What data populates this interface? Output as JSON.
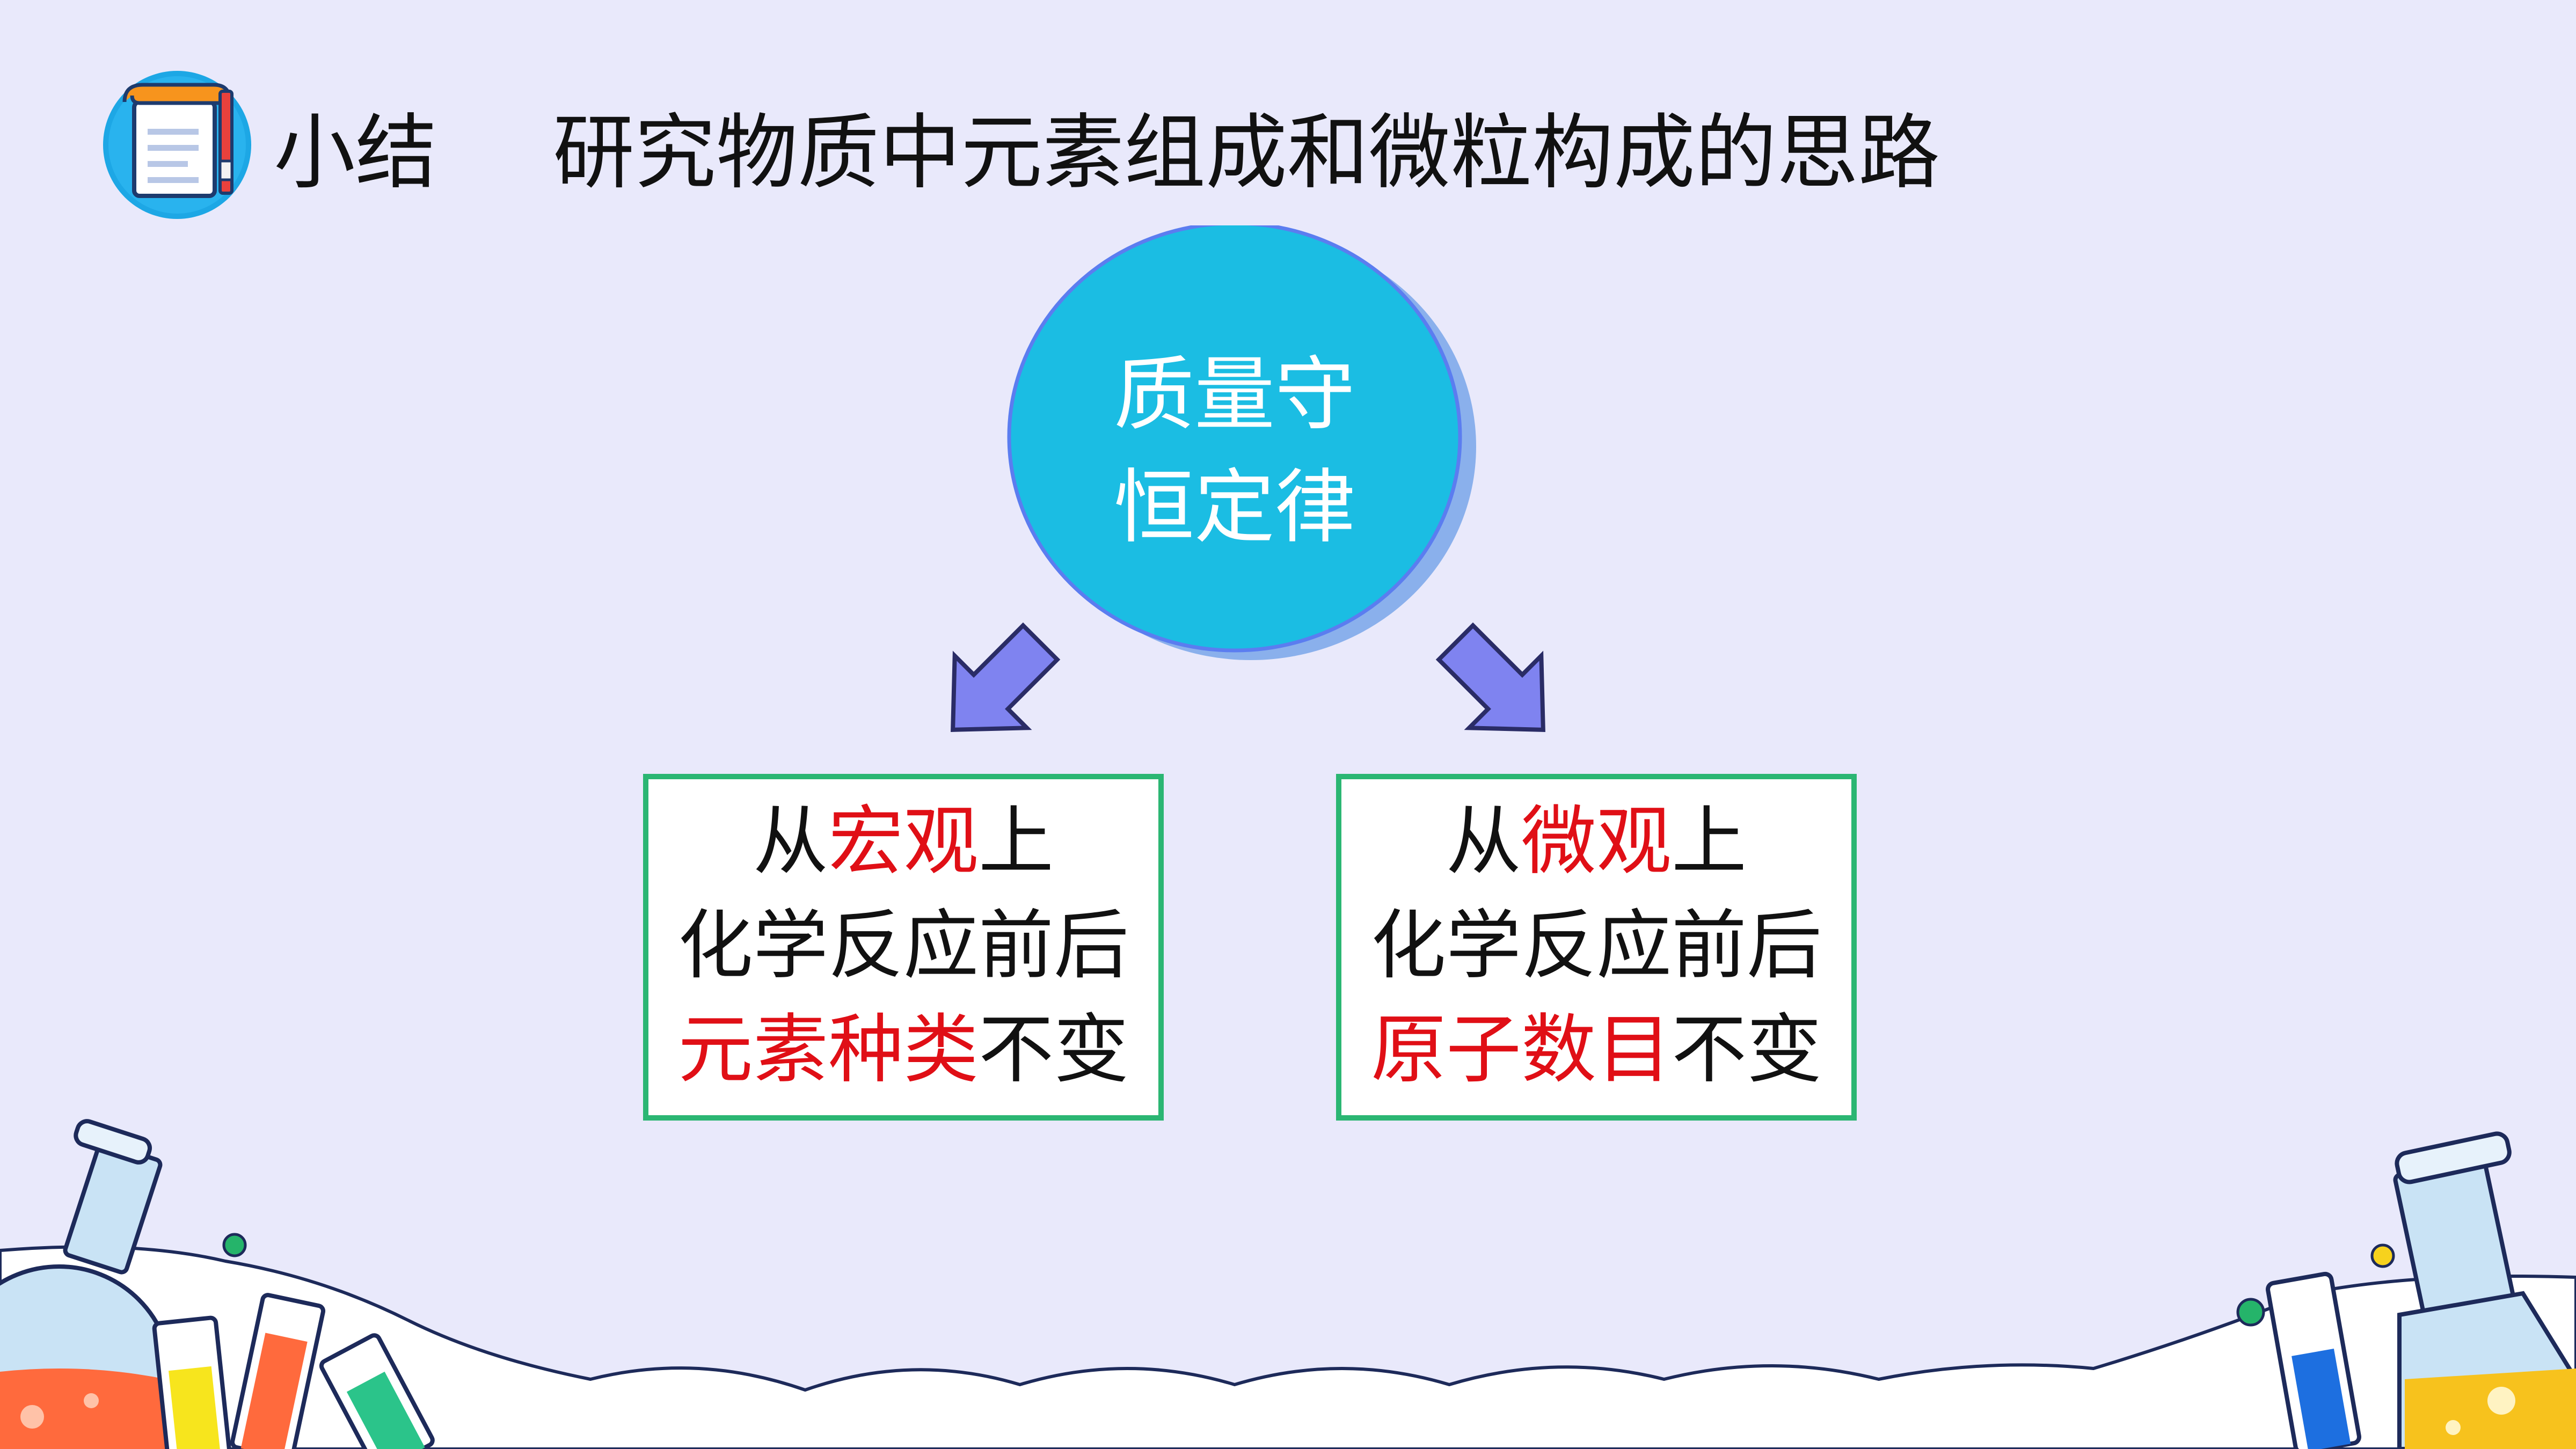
{
  "header": {
    "label": "小结",
    "title": "研究物质中元素组成和微粒构成的思路"
  },
  "center": {
    "line1": "质量守",
    "line2": "恒定律"
  },
  "left_box": {
    "line1_prefix": "从",
    "line1_highlight": "宏观",
    "line1_suffix": "上",
    "line2": "化学反应前后",
    "line3_highlight": "元素种类",
    "line3_suffix": "不变"
  },
  "right_box": {
    "line1_prefix": "从",
    "line1_highlight": "微观",
    "line1_suffix": "上",
    "line2": "化学反应前后",
    "line3_highlight": "原子数目",
    "line3_suffix": "不变"
  },
  "colors": {
    "background": "#e9e9fb",
    "circle": "#1bbde3",
    "arrow": "#7f83f0",
    "box_border": "#2bb673",
    "highlight": "#e00f16"
  },
  "icons": [
    "notepad-icon",
    "arrow-down-left-icon",
    "arrow-down-right-icon",
    "flask-decoration"
  ]
}
